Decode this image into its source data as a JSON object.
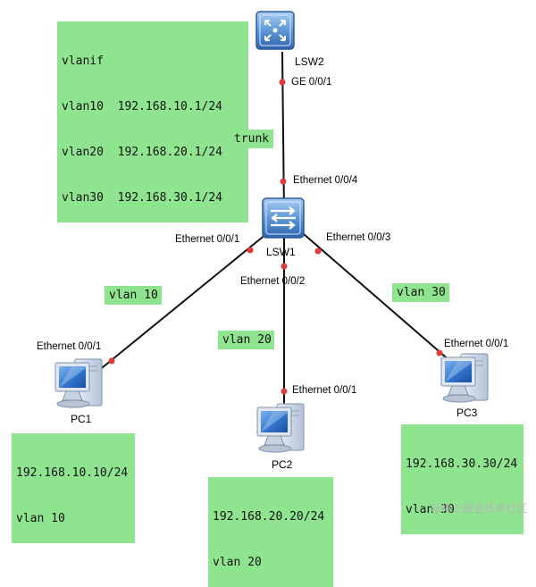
{
  "devices": {
    "lsw2": "LSW2",
    "lsw1": "LSW1",
    "pc1": "PC1",
    "pc2": "PC2",
    "pc3": "PC3"
  },
  "ports": {
    "lsw2_ge": "GE 0/0/1",
    "lsw1_uplink": "Ethernet 0/0/4",
    "lsw1_p1": "Ethernet 0/0/1",
    "lsw1_p2": "Ethernet 0/0/2",
    "lsw1_p3": "Ethernet 0/0/3",
    "pc1_eth": "Ethernet 0/0/1",
    "pc2_eth": "Ethernet 0/0/1",
    "pc3_eth": "Ethernet 0/0/1"
  },
  "notes": {
    "vlanif": {
      "title": "vlanif",
      "lines": [
        "vlan10  192.168.10.1/24",
        "vlan20  192.168.20.1/24",
        "vlan30  192.168.30.1/24"
      ]
    },
    "trunk": "trunk",
    "link1": "vlan 10",
    "link2": "vlan 20",
    "link3": "vlan 30",
    "pc1": {
      "ip": "192.168.10.10/24",
      "vlan": "vlan 10"
    },
    "pc2": {
      "ip": "192.168.20.20/24",
      "vlan": "vlan 20"
    },
    "pc3": {
      "ip": "192.168.30.30/24",
      "vlan": "vlan 30"
    }
  },
  "watermark": "@稀土掘金技术社区",
  "colors": {
    "note_bg": "#8fe58f",
    "link": "#111111",
    "port_dot": "#e03c3c",
    "switch_blue": "#3f7bc4"
  },
  "icons": {
    "lsw2": "layer3-switch-icon",
    "lsw1": "layer2-switch-icon",
    "pcs": "desktop-pc-icon"
  }
}
